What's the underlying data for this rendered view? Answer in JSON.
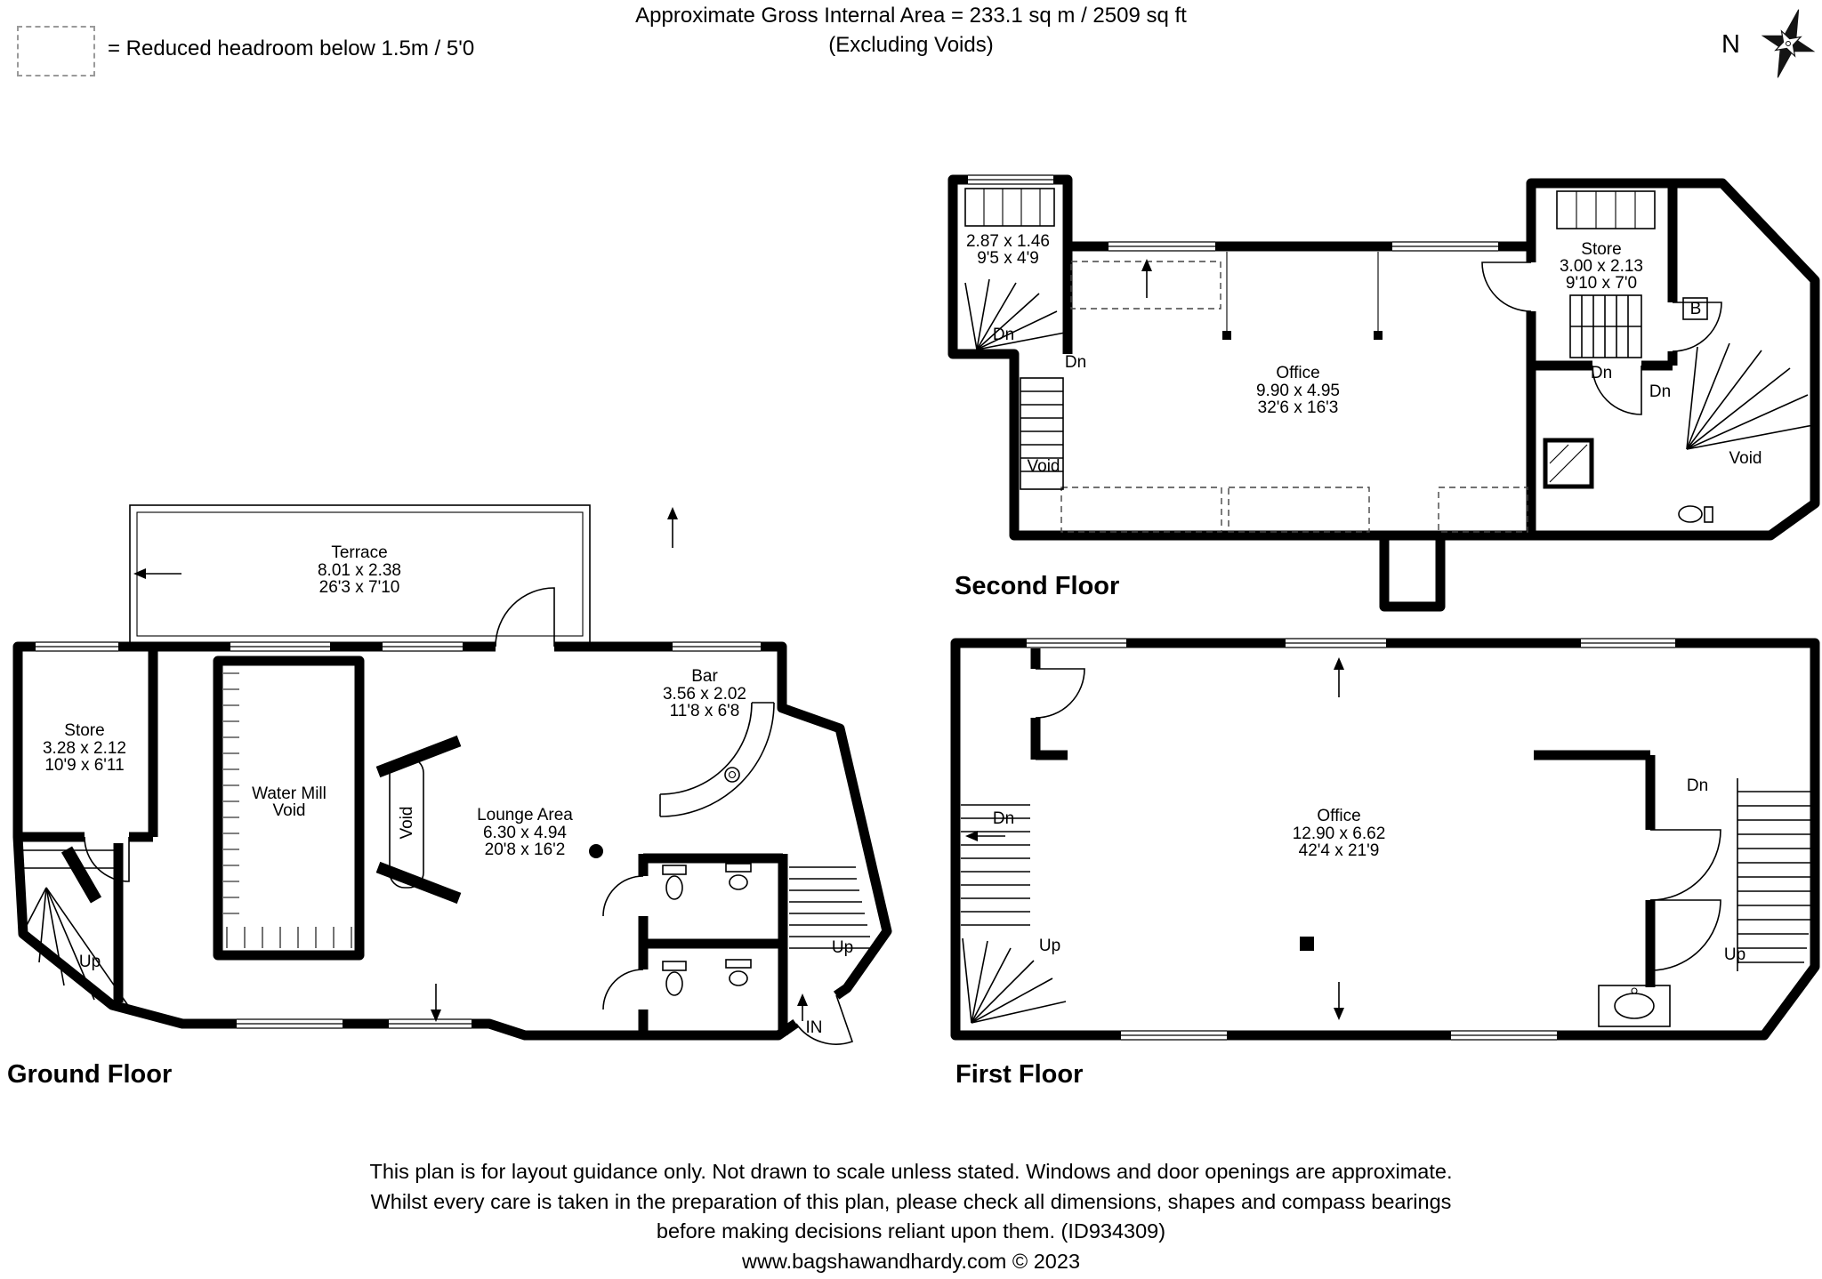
{
  "header": {
    "legend_label": "= Reduced headroom below 1.5m / 5'0",
    "area_line1": "Approximate Gross Internal Area = 233.1 sq m / 2509 sq ft",
    "area_line2": "(Excluding Voids)",
    "compass_n": "N"
  },
  "ground_floor": {
    "title": "Ground Floor",
    "terrace": {
      "name": "Terrace",
      "metric": "8.01 x 2.38",
      "imperial": "26'3 x 7'10"
    },
    "store": {
      "name": "Store",
      "metric": "3.28 x 2.12",
      "imperial": "10'9 x 6'11"
    },
    "water_mill": {
      "line1": "Water Mill",
      "line2": "Void"
    },
    "void_label": "Void",
    "lounge": {
      "name": "Lounge Area",
      "metric": "6.30 x 4.94",
      "imperial": "20'8 x 16'2"
    },
    "bar": {
      "name": "Bar",
      "metric": "3.56 x 2.02",
      "imperial": "11'8 x 6'8"
    },
    "up_left": "Up",
    "up_right": "Up",
    "entrance": "IN"
  },
  "second_floor": {
    "title": "Second Floor",
    "landing": {
      "metric": "2.87 x 1.46",
      "imperial": "9'5 x 4'9"
    },
    "office": {
      "name": "Office",
      "metric": "9.90 x 4.95",
      "imperial": "32'6 x 16'3"
    },
    "store": {
      "name": "Store",
      "metric": "3.00 x 2.13",
      "imperial": "9'10 x 7'0"
    },
    "dn_landing": "Dn",
    "dn_office": "Dn",
    "dn_store": "Dn",
    "dn_right": "Dn",
    "void_left": "Void",
    "void_right": "Void",
    "b_label": "B"
  },
  "first_floor": {
    "title": "First Floor",
    "office": {
      "name": "Office",
      "metric": "12.90 x 6.62",
      "imperial": "42'4 x 21'9"
    },
    "dn_left": "Dn",
    "dn_right": "Dn",
    "up_left": "Up",
    "up_right": "Up"
  },
  "footer": {
    "line1": "This plan is for layout guidance only. Not drawn to scale unless stated. Windows and door openings are approximate.",
    "line2": "Whilst every care is taken in the preparation of this plan, please check all dimensions, shapes and compass bearings",
    "line3": "before making decisions reliant upon them. (ID934309)",
    "line4": "www.bagshawandhardy.com © 2023"
  }
}
